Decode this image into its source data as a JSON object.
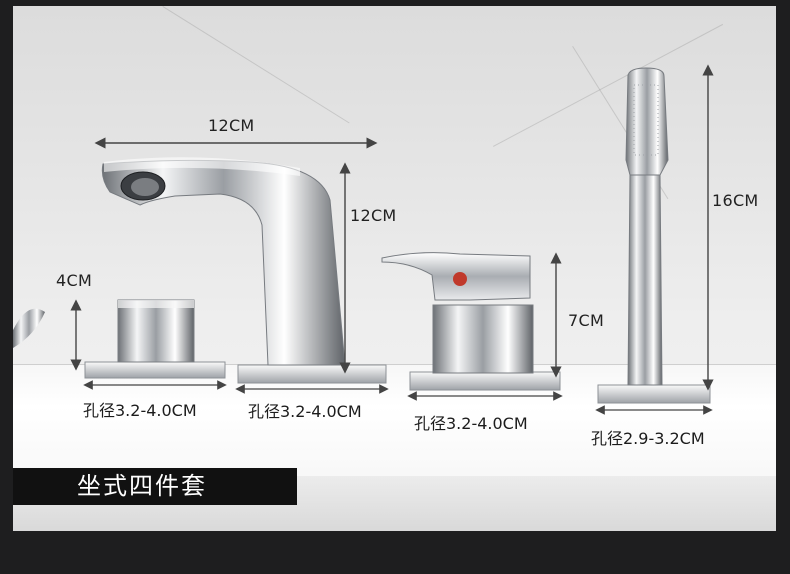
{
  "dimensions": {
    "spout_width": "12CM",
    "spout_height": "12CM",
    "knob_height": "4CM",
    "lever_height": "7CM",
    "shower_height": "16CM"
  },
  "holes": {
    "knob": "孔径3.2-4.0CM",
    "spout": "孔径3.2-4.0CM",
    "lever": "孔径3.2-4.0CM",
    "shower": "孔径2.9-3.2CM"
  },
  "banner": {
    "title": "坐式四件套"
  },
  "colors": {
    "background": "#1e1e1f",
    "banner_bg": "#111111",
    "chrome": "#c9ccd0",
    "hot_indicator": "#c0392b"
  }
}
